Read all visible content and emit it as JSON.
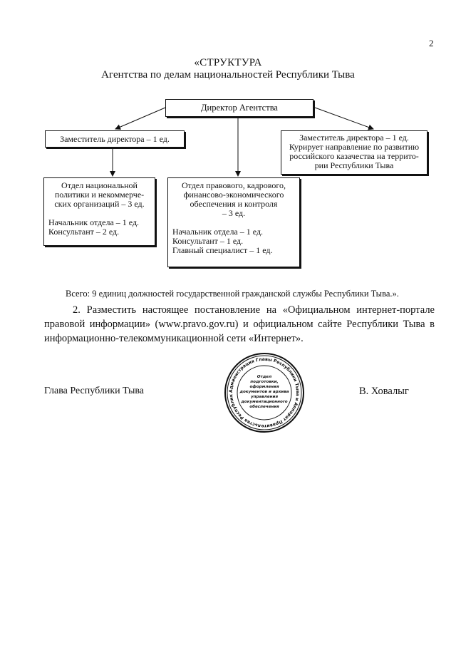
{
  "page_number": "2",
  "title": {
    "line1": "«СТРУКТУРА",
    "line2": "Агентства по делам национальностей Республики Тыва"
  },
  "org_chart": {
    "director": "Директор Агентства",
    "deputy_left": "Заместитель директора – 1 ед.",
    "deputy_right": {
      "line1": "Заместитель директора – 1 ед.",
      "line2": "Курирует направление по развитию",
      "line3": "российского казачества на террито-",
      "line4": "рии Республики Тыва"
    },
    "dept_national": {
      "name_line1": "Отдел национальной",
      "name_line2": "политики и некоммерче-",
      "name_line3": "ских организаций – 3 ед.",
      "staff1": "Начальник отдела – 1 ед.",
      "staff2": "Консультант – 2 ед."
    },
    "dept_legal": {
      "name_line1": "Отдел правового, кадрового,",
      "name_line2": "финансово-экономического",
      "name_line3": "обеспечения и контроля",
      "name_line4": "– 3 ед.",
      "staff1": "Начальник отдела – 1 ед.",
      "staff2": "Консультант – 1 ед.",
      "staff3": "Главный специалист – 1 ед."
    }
  },
  "total": "Всего: 9 единиц должностей государственной гражданской службы Республики Тыва.».",
  "paragraph_2": "2. Разместить настоящее постановление на «Официальном интернет-портале правовой информации» (www.pravo.gov.ru) и официальном сайте Республики Тыва в информационно-телекоммуникационной сети «Интернет».",
  "signature": {
    "position": "Глава Республики Тыва",
    "name": "В. Ховалыг"
  },
  "seal": {
    "ring_text": "Администрация Главы Республики Тыва и Аппарат Правительства Республики Тыва",
    "center_lines": [
      "Отдел",
      "подготовки,",
      "оформления",
      "документов и архива",
      "управления",
      "документационного",
      "обеспечения"
    ]
  }
}
